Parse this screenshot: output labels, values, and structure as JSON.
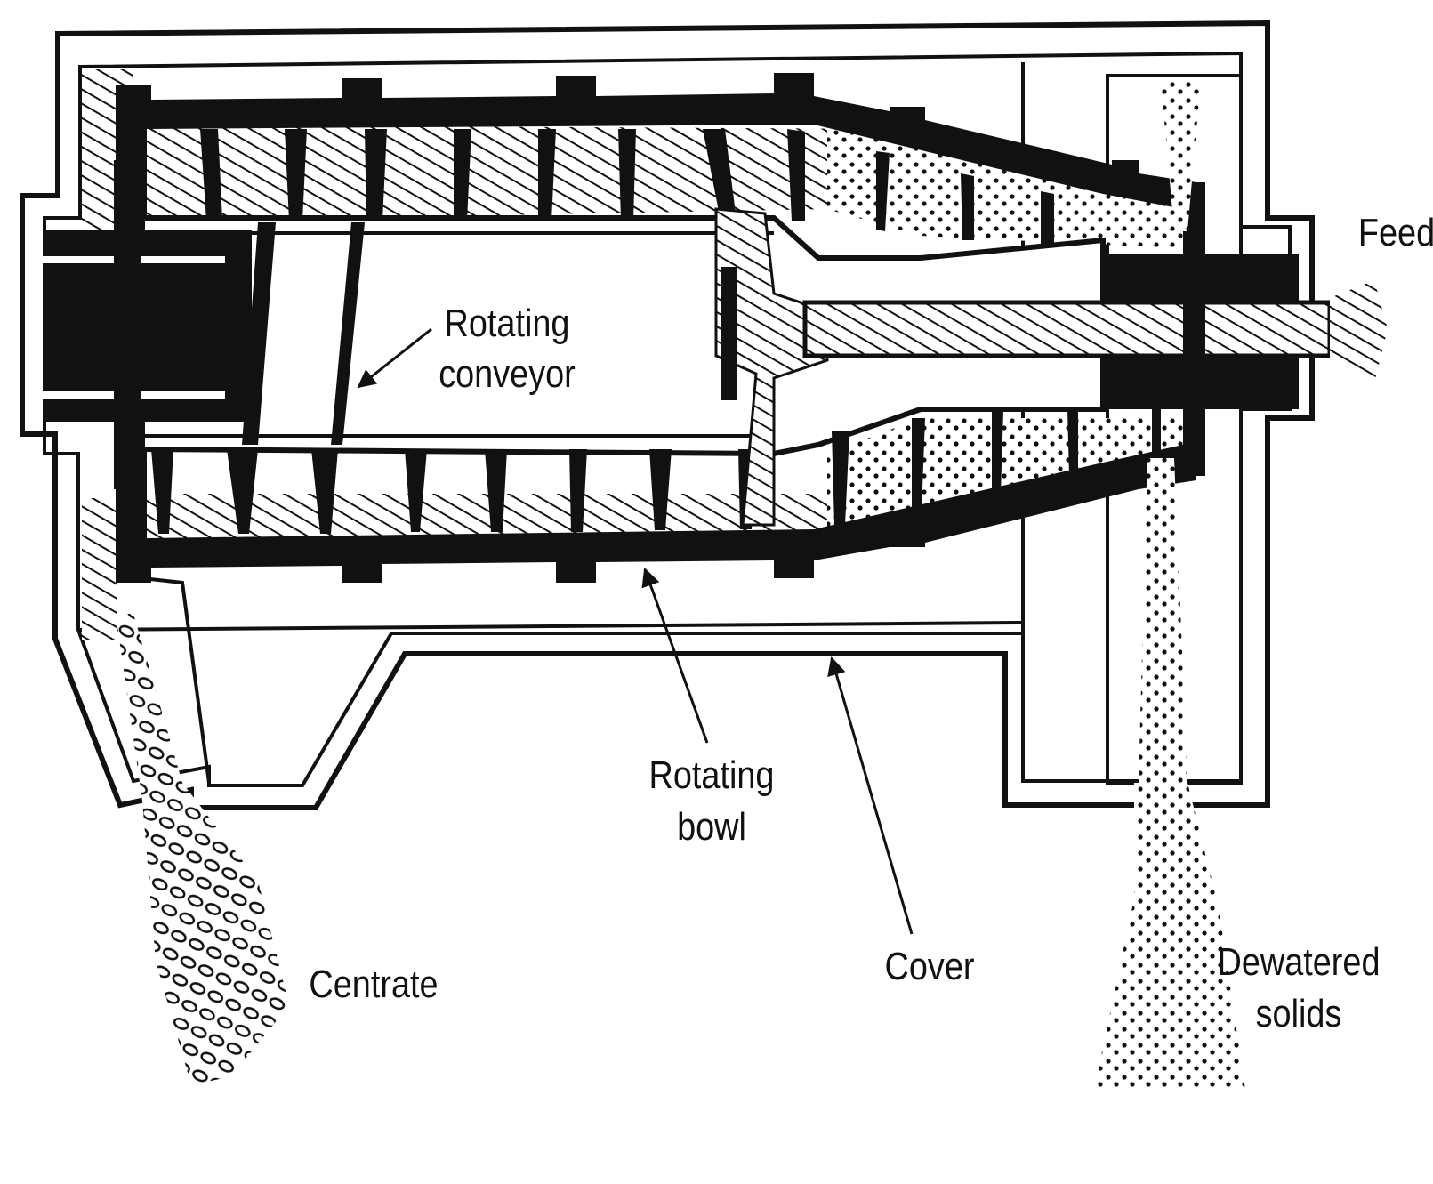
{
  "labels": {
    "feed": "Feed",
    "conveyor_line1": "Rotating",
    "conveyor_line2": "conveyor",
    "bowl_line1": "Rotating",
    "bowl_line2": "bowl",
    "centrate": "Centrate",
    "cover": "Cover",
    "solids_line1": "Dewatered",
    "solids_line2": "solids"
  },
  "colors": {
    "ink": "#111111",
    "paper": "#ffffff"
  }
}
